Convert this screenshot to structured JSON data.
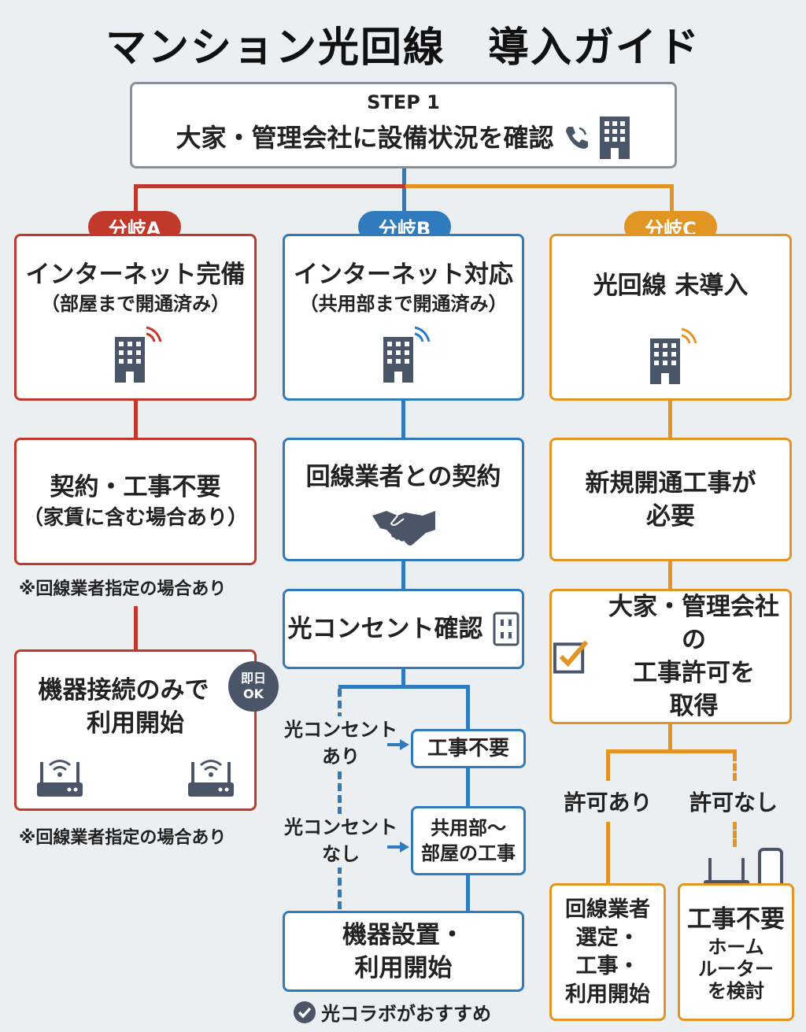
{
  "title": "マンション光回線　導入ガイド",
  "step1": {
    "label": "STEP 1",
    "text": "大家・管理会社に設備状況を確認"
  },
  "branch_a": {
    "tag": "分岐A",
    "title": "インターネット完備",
    "subtitle": "（部屋まで開通済み）",
    "step2_title": "契約・工事不要",
    "step2_sub": "（家賃に含む場合あり）",
    "note1": "※回線業者指定の場合あり",
    "step3_line1": "機器接続のみで",
    "step3_line2": "利用開始",
    "badge_line1": "即日",
    "badge_line2": "OK",
    "note2": "※回線業者指定の場合あり"
  },
  "branch_b": {
    "tag": "分岐B",
    "title": "インターネット対応",
    "subtitle": "（共用部まで開通済み）",
    "contract": "回線業者との契約",
    "outlet_check": "光コンセント確認",
    "yes_label_1": "光コンセント",
    "yes_label_2": "あり",
    "yes_result": "工事不要",
    "no_label_1": "光コンセント",
    "no_label_2": "なし",
    "no_result_1": "共用部〜",
    "no_result_2": "部屋の工事",
    "final_1": "機器設置・",
    "final_2": "利用開始",
    "recommend": "光コラボがおすすめ"
  },
  "branch_c": {
    "tag": "分岐C",
    "title": "光回線 未導入",
    "step2_1": "新規開通工事が",
    "step2_2": "必要",
    "permit_1": "大家・管理会社の",
    "permit_2": "工事許可を",
    "permit_3": "取得",
    "allowed": "許可あり",
    "denied": "許可なし",
    "allowed_result": [
      "回線業者",
      "選定・",
      "工事・",
      "利用開始"
    ],
    "denied_title": "工事不要",
    "denied_sub": [
      "ホーム",
      "ルーター",
      "を検討"
    ]
  },
  "colors": {
    "a": "#c0392b",
    "b": "#2f7bbd",
    "c": "#e39524"
  },
  "icons": [
    "phone-icon",
    "building-icon",
    "wifi-signal-icon",
    "handshake-icon",
    "outlet-icon",
    "checkbox-icon",
    "router-icon",
    "smartphone-icon",
    "check-circle-icon"
  ]
}
